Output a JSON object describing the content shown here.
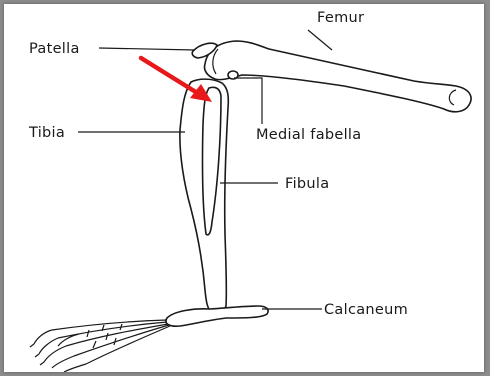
{
  "diagram": {
    "labels": {
      "femur": "Femur",
      "patella": "Patella",
      "medial_fabella": "Medial fabella",
      "tibia": "Tibia",
      "fibula": "Fibula",
      "calcaneum": "Calcaneum"
    },
    "colors": {
      "arrow": "#e8191b",
      "line": "#1a1a1a",
      "background": "#ffffff",
      "frame": "#8d8d8d"
    }
  }
}
